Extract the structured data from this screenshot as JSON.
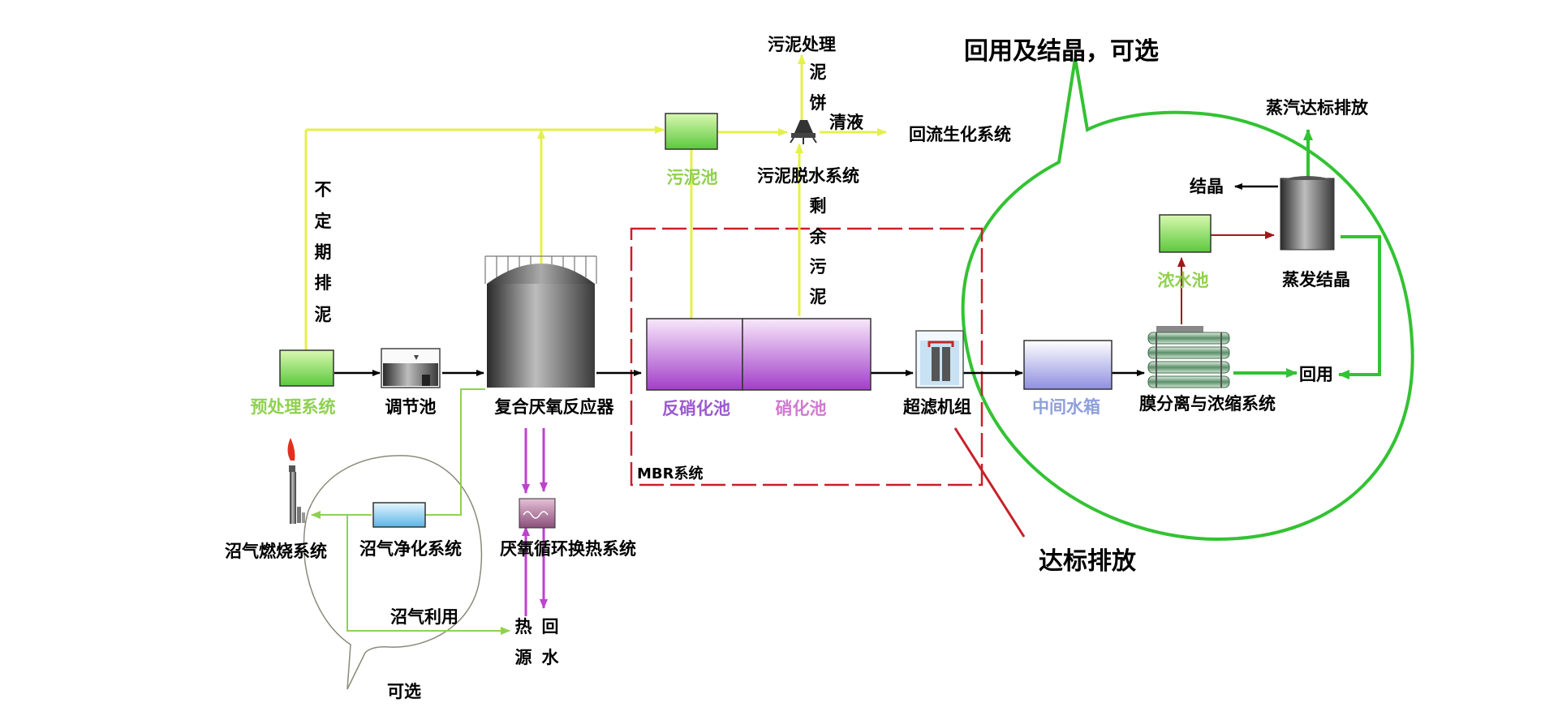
{
  "labels": {
    "pretreatment": "预处理系统",
    "regulating_tank": "调节池",
    "reactor": "复合厌氧反应器",
    "denitrification": "反硝化池",
    "nitrification": "硝化池",
    "ultrafiltration": "超滤机组",
    "intermediate_tank": "中间水箱",
    "membrane": "膜分离与浓缩系统",
    "reuse": "回用",
    "concentrate_tank": "浓水池",
    "evaporation": "蒸发结晶",
    "crystal": "结晶",
    "steam": "蒸汽达标排放",
    "optional_reuse": "回用及结晶，可选",
    "discharge": "达标排放",
    "mbr": "MBR系统",
    "sludge_tank": "污泥池",
    "sludge_dewatering": "污泥脱水系统",
    "sludge_treatment": "污泥处理",
    "sludge_cake": [
      "泥",
      "饼"
    ],
    "clear_liquid": "清液",
    "return_bio": "回流生化系统",
    "irregular_discharge": [
      "不",
      "定",
      "期",
      "排",
      "泥"
    ],
    "excess_sludge": [
      "剩",
      "余",
      "污",
      "泥"
    ],
    "biogas_purification": "沼气净化系统",
    "biogas_burning": "沼气燃烧系统",
    "anaerobic_heat": "厌氧循环换热系统",
    "biogas_use": "沼气利用",
    "heat_source": [
      "热",
      "源"
    ],
    "return_water": [
      "回",
      "水"
    ],
    "optional": "可选"
  },
  "colors": {
    "green_label": "#8fd14f",
    "yellow_line": "#e5f04a",
    "green_line": "#33c233",
    "red_dash": "#c8202a",
    "magenta": "#c040d0",
    "purple_label": "#9b5ad0",
    "pink_label": "#d07ad0",
    "blue_label": "#8f9fdc",
    "dark_red": "#a01818"
  }
}
